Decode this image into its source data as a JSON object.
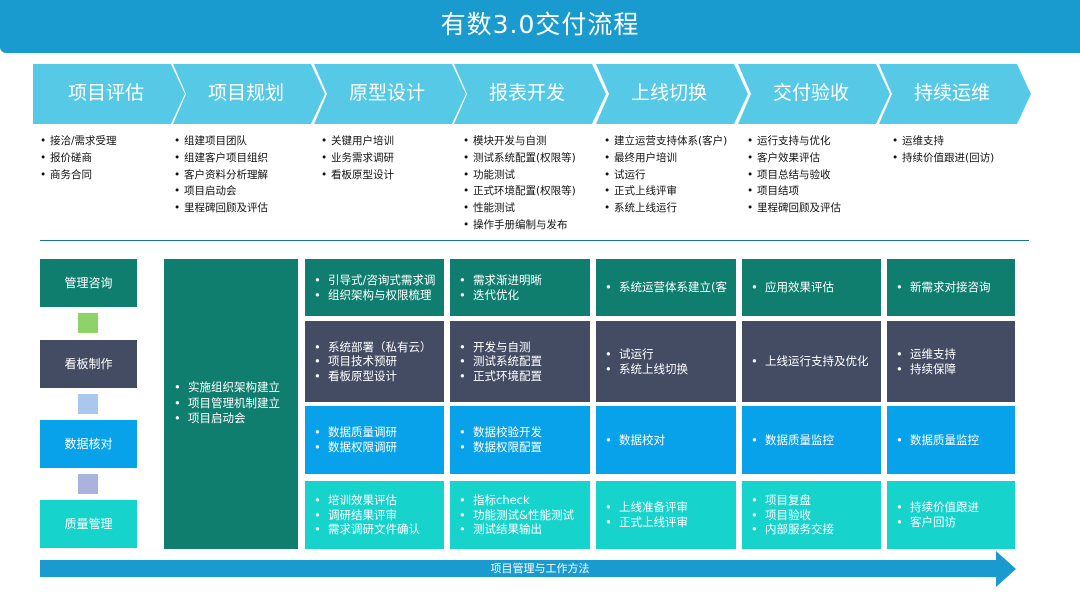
{
  "title": "有数3.0交付流程",
  "colors": {
    "title_bg": "#1a9bcf",
    "phase_fill": "#55c9e6",
    "teal": "#0f7e6f",
    "dark": "#434c63",
    "blue": "#07a2ea",
    "cyan": "#16d3cc"
  },
  "phases": [
    {
      "label": "项目评估",
      "items": [
        "接洽/需求受理",
        "报价磋商",
        "商务合同"
      ]
    },
    {
      "label": "项目规划",
      "items": [
        "组建项目团队",
        "组建客户项目组织",
        "客户资料分析理解",
        "项目启动会",
        "里程碑回顾及评估"
      ]
    },
    {
      "label": "原型设计",
      "items": [
        "关键用户培训",
        "业务需求调研",
        "看板原型设计"
      ]
    },
    {
      "label": "报表开发",
      "items": [
        "模块开发与自测",
        "测试系统配置(权限等)",
        "功能测试",
        "正式环境配置(权限等)",
        "性能测试",
        "操作手册编制与发布"
      ]
    },
    {
      "label": "上线切换",
      "items": [
        "建立运营支持体系(客户)",
        "最终用户培训",
        "试运行",
        "正式上线评审",
        "系统上线运行"
      ]
    },
    {
      "label": "交付验收",
      "items": [
        "运行支持与优化",
        "客户效果评估",
        "项目总结与验收",
        "项目结项",
        "里程碑回顾及评估"
      ]
    },
    {
      "label": "持续运维",
      "items": [
        "运维支持",
        "持续价值跟进(回访)"
      ]
    }
  ],
  "categories": [
    {
      "label": "管理咨询",
      "color": "teal"
    },
    {
      "label": "看板制作",
      "color": "dark"
    },
    {
      "label": "数据核对",
      "color": "blue"
    },
    {
      "label": "质量管理",
      "color": "cyan"
    }
  ],
  "plus_colors": [
    "#8ed36a",
    "#aac8ee",
    "#a9b3de"
  ],
  "big_box": [
    "实施组织架构建立",
    "项目管理机制建立",
    "项目启动会"
  ],
  "grid": [
    [
      [
        "引导式/咨询式需求调",
        "组织架构与权限梳理"
      ],
      [
        "需求渐进明晰",
        "迭代优化"
      ],
      [
        "系统运营体系建立(客"
      ],
      [
        "应用效果评估"
      ],
      [
        "新需求对接咨询"
      ]
    ],
    [
      [
        "系统部署（私有云）",
        "项目技术预研",
        "看板原型设计"
      ],
      [
        "开发与自测",
        "测试系统配置",
        "正式环境配置"
      ],
      [
        "试运行",
        "系统上线切换"
      ],
      [
        "上线运行支持及优化"
      ],
      [
        "运维支持",
        "持续保障"
      ]
    ],
    [
      [
        "数据质量调研",
        "数据权限调研"
      ],
      [
        "数据校验开发",
        "数据权限配置"
      ],
      [
        "数据校对"
      ],
      [
        "数据质量监控"
      ],
      [
        "数据质量监控"
      ]
    ],
    [
      [
        "培训效果评估",
        "调研结果评审",
        "需求调研文件确认"
      ],
      [
        "指标check",
        "功能测试&性能测试",
        "测试结果输出"
      ],
      [
        "上线准备评审",
        "正式上线评审"
      ],
      [
        "项目复盘",
        "项目验收",
        "内部服务交接"
      ],
      [
        "持续价值跟进",
        "客户回访"
      ]
    ]
  ],
  "bottom_arrow": "项目管理与工作方法"
}
